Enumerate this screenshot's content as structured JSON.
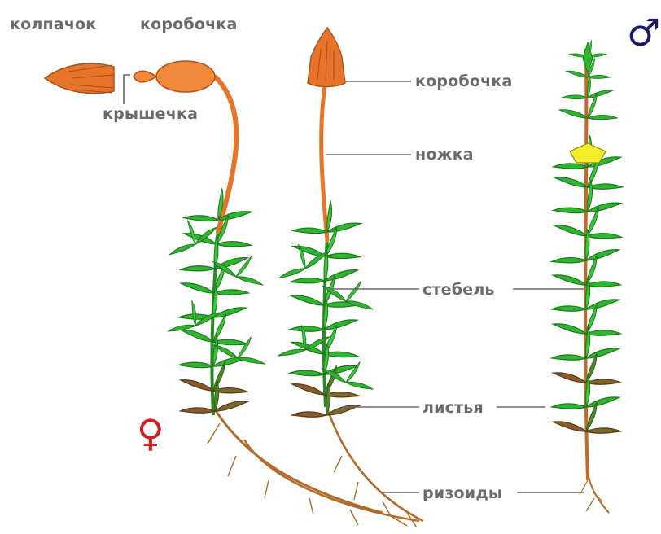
{
  "labels": {
    "cap": "колпачок",
    "capsule_top": "коробочка",
    "lid": "крышечка",
    "capsule_right": "коробочка",
    "stalk": "ножка",
    "stem": "стебель",
    "leaves": "листья",
    "rhizoids": "ризоиды"
  },
  "symbols": {
    "male": "♂",
    "female": "♀"
  },
  "colors": {
    "label_text": "#6b6b6b",
    "leaf": "#2fb52f",
    "leaf_dark": "#1c7a1c",
    "leaf_brown": "#8a5a2a",
    "sporophyte": "#e8742a",
    "rhizoid": "#b06a2a",
    "male_symbol": "#1a1a66",
    "female_symbol": "#cc2222",
    "flower": "#f3ee2a"
  }
}
